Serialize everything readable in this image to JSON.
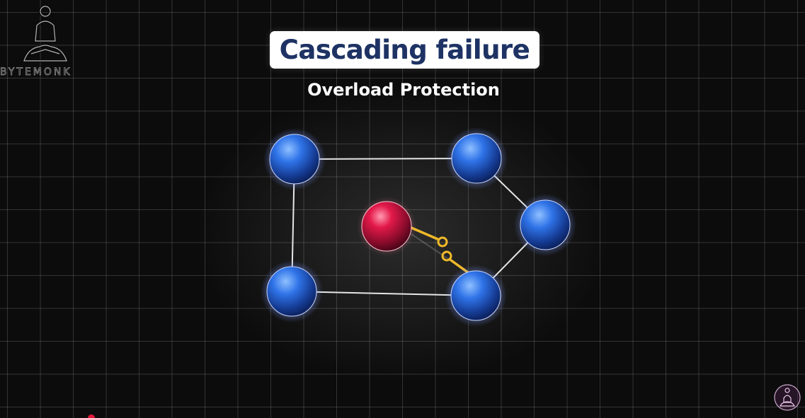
{
  "title": "Cascading failure",
  "subtitle": "Overload Protection",
  "logo": {
    "wordmark": "BYTEMONK",
    "icon": "meditating-monk-icon"
  },
  "badge": {
    "icon": "meditating-monk-badge-icon"
  },
  "colors": {
    "healthy_node": "#2f73e8",
    "failed_node": "#c8143f",
    "link": "#e6e6e6",
    "breaker": "#f0b92a",
    "title_text": "#1e3364"
  },
  "nodes": [
    {
      "id": "top-left",
      "state": "healthy"
    },
    {
      "id": "top-right",
      "state": "healthy"
    },
    {
      "id": "right",
      "state": "healthy"
    },
    {
      "id": "bottom-left",
      "state": "healthy"
    },
    {
      "id": "bottom-right",
      "state": "healthy"
    },
    {
      "id": "center",
      "state": "failed"
    }
  ],
  "links": [
    {
      "from": "top-left",
      "to": "top-right",
      "type": "normal"
    },
    {
      "from": "top-left",
      "to": "bottom-left",
      "type": "normal"
    },
    {
      "from": "bottom-left",
      "to": "bottom-right",
      "type": "normal"
    },
    {
      "from": "top-right",
      "to": "right",
      "type": "normal"
    },
    {
      "from": "right",
      "to": "bottom-right",
      "type": "normal"
    },
    {
      "from": "center",
      "to": "bottom-right",
      "type": "circuit-breaker-open"
    }
  ]
}
